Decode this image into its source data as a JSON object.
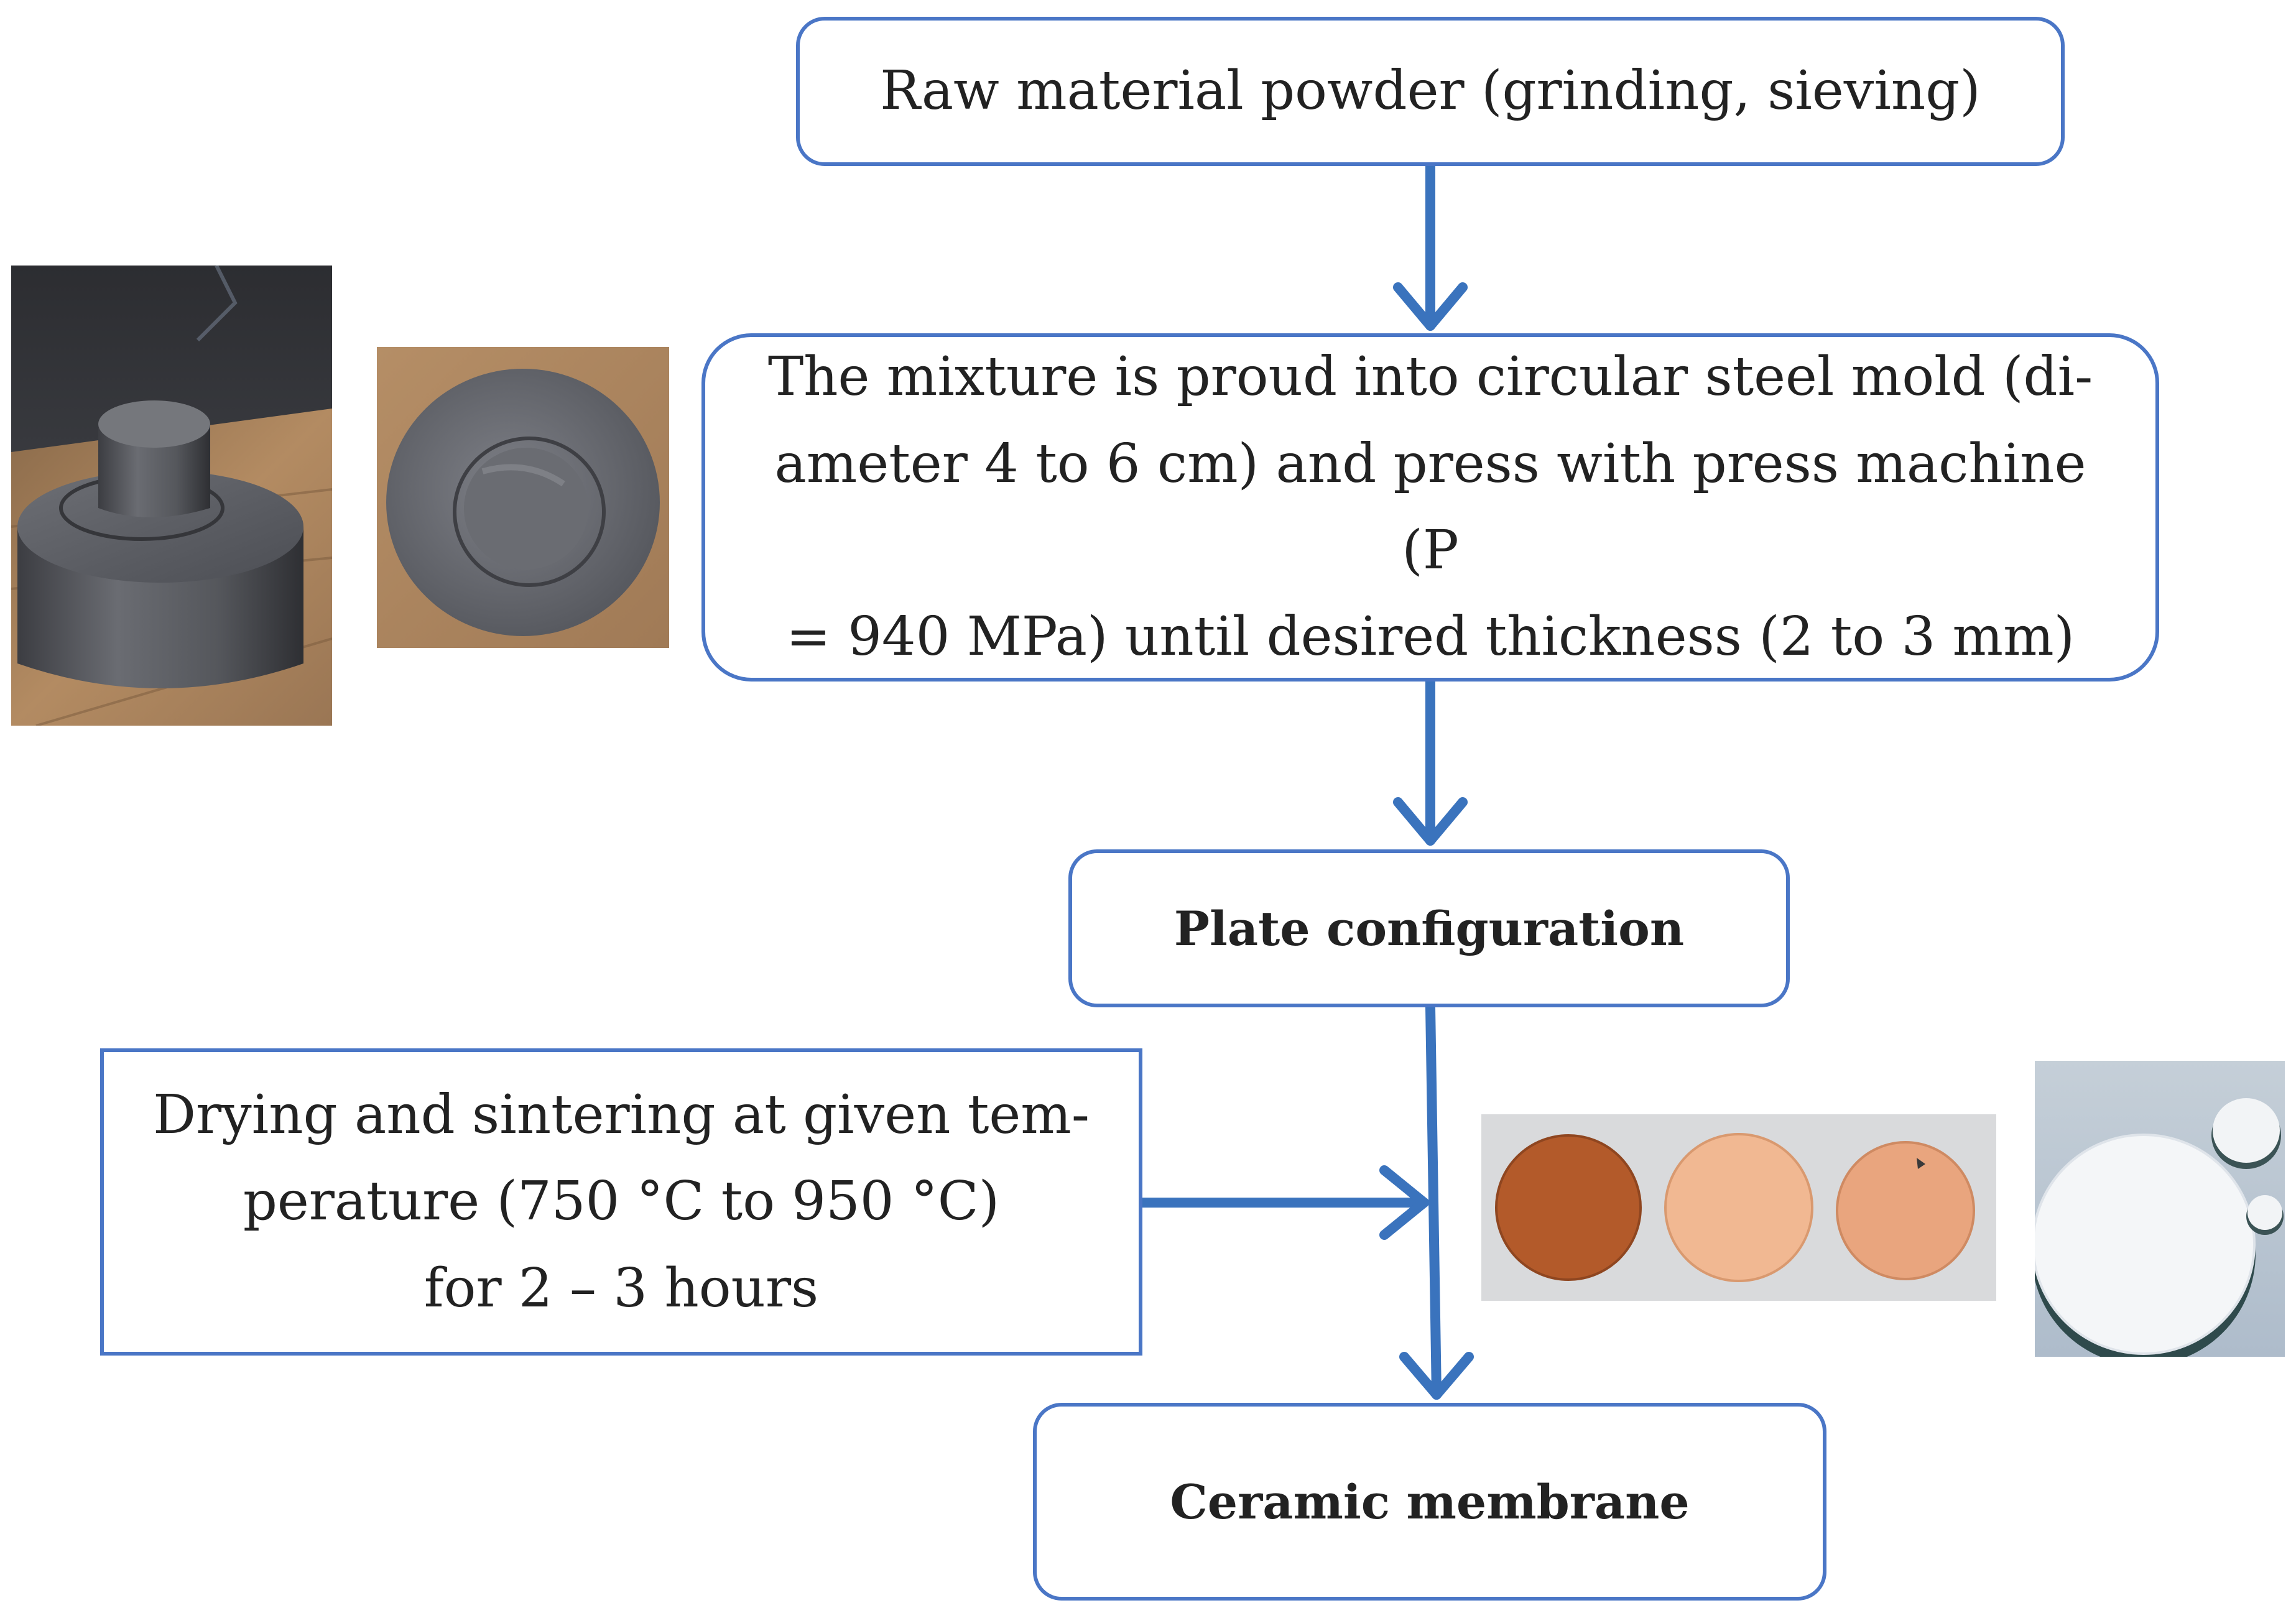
{
  "flow": {
    "step1": {
      "text": "Raw material powder (grinding, sieving)"
    },
    "step2": {
      "line1": "The mixture is proud into circular steel mold (di-",
      "line2": "ameter 4 to 6 cm) and press with press machine (P",
      "line3": "= 940 MPa) until desired thickness (2 to 3 mm)"
    },
    "step3": {
      "text": "Plate configuration"
    },
    "side_process": {
      "line1": "Drying and sintering at given tem-",
      "line2": "perature (750 °C to 950 °C)",
      "line3": "for 2 – 3 hours"
    },
    "step4": {
      "text": "Ceramic membrane"
    }
  },
  "photos": [
    {
      "name": "steel-mold-photo",
      "depicts": "steel-mold-side-view"
    },
    {
      "name": "mold-top-photo",
      "depicts": "steel-mold-top-view"
    },
    {
      "name": "membrane-discs-photo",
      "depicts": "three-ceramic-discs"
    },
    {
      "name": "white-membrane-photo",
      "depicts": "white-ceramic-discs"
    }
  ],
  "colors": {
    "border": "#4a76c6",
    "arrow": "#3a73bd",
    "text": "#222222",
    "background": "#ffffff"
  }
}
